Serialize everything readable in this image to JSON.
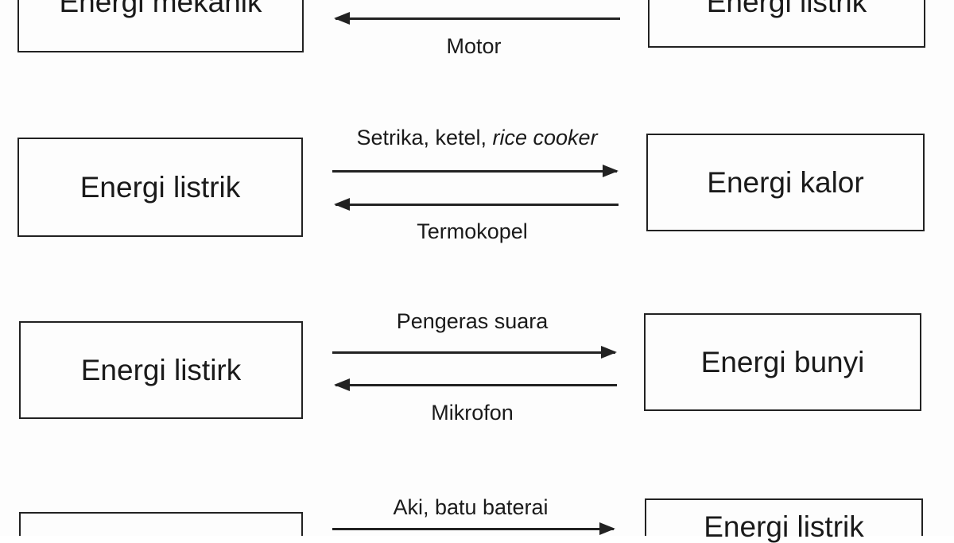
{
  "rows": [
    {
      "left": "Energi mekanik",
      "right": "Energi listrik",
      "bottom_label": "Motor"
    },
    {
      "left": "Energi listrik",
      "right": "Energi kalor",
      "top_label": "Setrika, ketel, ",
      "top_label_italic": "rice cooker",
      "bottom_label": "Termokopel"
    },
    {
      "left": "Energi listirk",
      "right": "Energi bunyi",
      "top_label": "Pengeras suara",
      "bottom_label": "Mikrofon"
    },
    {
      "right": "Energi listrik",
      "top_label": "Aki, batu baterai"
    }
  ]
}
